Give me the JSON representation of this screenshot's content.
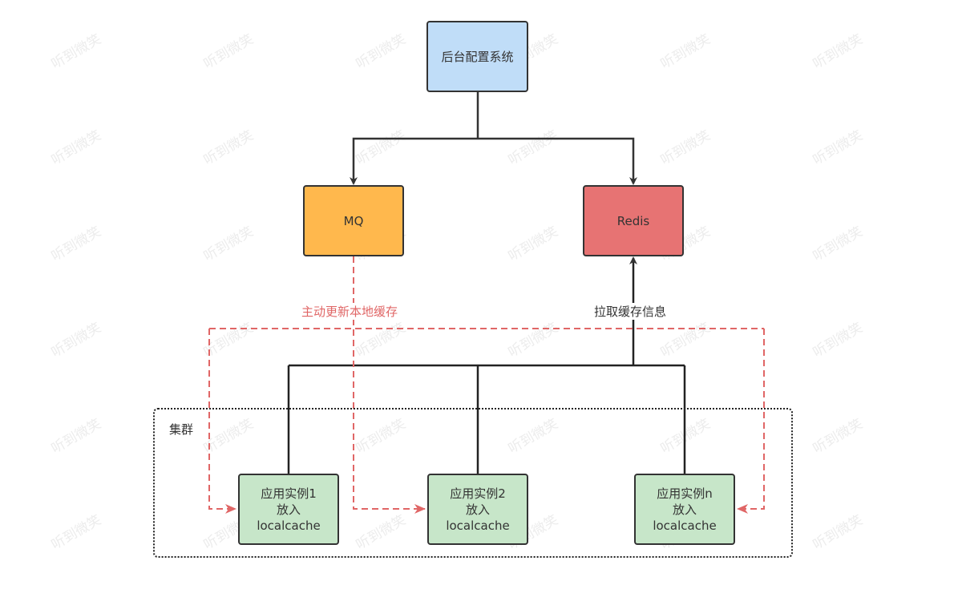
{
  "watermark": "听到微笑",
  "nodes": {
    "backend": "后台配置系统",
    "mq": "MQ",
    "redis": "Redis",
    "app1": {
      "line1": "应用实例1",
      "line2": "放入",
      "line3": "localcache"
    },
    "app2": {
      "line1": "应用实例2",
      "line2": "放入",
      "line3": "localcache"
    },
    "appn": {
      "line1": "应用实例n",
      "line2": "放入",
      "line3": "localcache"
    }
  },
  "cluster": {
    "label": "集群"
  },
  "edges": {
    "update_label": "主动更新本地缓存",
    "pull_label": "拉取缓存信息"
  },
  "colors": {
    "backend": "#c0ddf8",
    "mq": "#ffb84d",
    "redis": "#e77373",
    "app": "#c7e6c9",
    "dashed_edge": "#e06666",
    "solid_edge": "#333333"
  }
}
